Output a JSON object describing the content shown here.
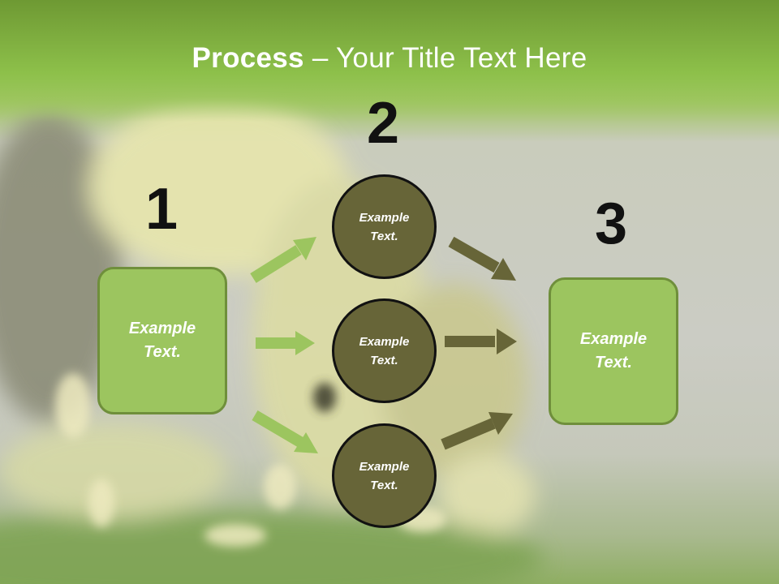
{
  "title": {
    "bold": "Process",
    "rest": " – Your Title Text Here"
  },
  "steps": [
    {
      "number": "1",
      "label": "Example\nText."
    },
    {
      "number": "2",
      "label": "Example\nText."
    },
    {
      "number": "3",
      "label": "Example\nText."
    }
  ],
  "circles": [
    {
      "label": "Example\nText."
    },
    {
      "label": "Example\nText."
    },
    {
      "label": "Example\nText."
    }
  ],
  "colors": {
    "header": "#8cbf48",
    "box_fill": "#9cc55f",
    "box_border": "#6f8f3b",
    "circle_fill": "#676538",
    "arrow_light": "#9cc55f",
    "arrow_dark": "#676538"
  }
}
